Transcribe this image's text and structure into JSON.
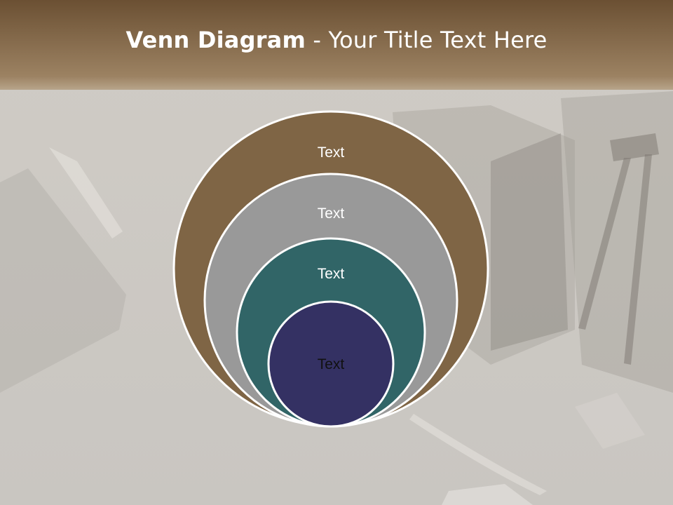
{
  "slide": {
    "title_bold": "Venn Diagram",
    "title_rest": " - Your Title Text Here"
  },
  "diagram": {
    "circles": [
      {
        "label": "Text",
        "fill": "#7f6545",
        "text_color": "#ffffff"
      },
      {
        "label": "Text",
        "fill": "#999999",
        "text_color": "#ffffff"
      },
      {
        "label": "Text",
        "fill": "#316567",
        "text_color": "#ffffff"
      },
      {
        "label": "Text",
        "fill": "#343163",
        "text_color": "#111111"
      }
    ]
  },
  "colors": {
    "title_band_top": "#6b5033",
    "title_band_bottom": "#a48867",
    "background": "#c9c6c1",
    "circle_outline": "#ffffff"
  }
}
